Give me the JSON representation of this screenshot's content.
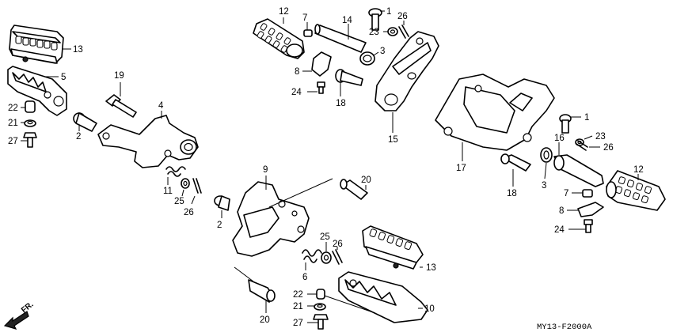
{
  "diagram": {
    "code": "MY13-F2000A",
    "direction_label": "FR.",
    "callouts": [
      {
        "id": "13-top-left",
        "text": "13"
      },
      {
        "id": "5",
        "text": "5"
      },
      {
        "id": "22-left",
        "text": "22"
      },
      {
        "id": "21-left",
        "text": "21"
      },
      {
        "id": "27-left",
        "text": "27"
      },
      {
        "id": "2-left",
        "text": "2"
      },
      {
        "id": "19",
        "text": "19"
      },
      {
        "id": "4",
        "text": "4"
      },
      {
        "id": "11",
        "text": "11"
      },
      {
        "id": "25-left",
        "text": "25"
      },
      {
        "id": "26-left",
        "text": "26"
      },
      {
        "id": "12-top",
        "text": "12"
      },
      {
        "id": "14",
        "text": "14"
      },
      {
        "id": "1-top",
        "text": "1"
      },
      {
        "id": "26-top",
        "text": "26"
      },
      {
        "id": "23-top",
        "text": "23"
      },
      {
        "id": "7-top",
        "text": "7"
      },
      {
        "id": "3-top",
        "text": "3"
      },
      {
        "id": "8-top",
        "text": "8"
      },
      {
        "id": "24-top",
        "text": "24"
      },
      {
        "id": "18-top",
        "text": "18"
      },
      {
        "id": "15",
        "text": "15"
      },
      {
        "id": "17",
        "text": "17"
      },
      {
        "id": "1-right",
        "text": "1"
      },
      {
        "id": "23-right",
        "text": "23"
      },
      {
        "id": "16",
        "text": "16"
      },
      {
        "id": "26-right",
        "text": "26"
      },
      {
        "id": "18-right",
        "text": "18"
      },
      {
        "id": "12-right",
        "text": "12"
      },
      {
        "id": "3-right",
        "text": "3"
      },
      {
        "id": "7-right",
        "text": "7"
      },
      {
        "id": "8-right",
        "text": "8"
      },
      {
        "id": "24-right",
        "text": "24"
      },
      {
        "id": "9",
        "text": "9"
      },
      {
        "id": "20-upper",
        "text": "20"
      },
      {
        "id": "2-center",
        "text": "2"
      },
      {
        "id": "25-center",
        "text": "25"
      },
      {
        "id": "26-center",
        "text": "26"
      },
      {
        "id": "6",
        "text": "6"
      },
      {
        "id": "13-center",
        "text": "13"
      },
      {
        "id": "22-center",
        "text": "22"
      },
      {
        "id": "21-center",
        "text": "21"
      },
      {
        "id": "27-center",
        "text": "27"
      },
      {
        "id": "10",
        "text": "10"
      },
      {
        "id": "20-lower",
        "text": "20"
      }
    ]
  }
}
